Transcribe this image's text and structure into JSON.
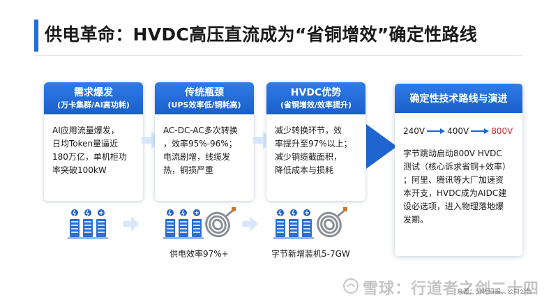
{
  "title": "供电革命：HVDC高压直流成为“省铜增效”确定性路线",
  "cards": [
    {
      "heading": "需求爆发",
      "subheading": "(万卡集群/AI高功耗)",
      "body": [
        "AI应用流量爆发，",
        "日均Token量逼近",
        "180万亿，单机柜功",
        "率突破100kW"
      ]
    },
    {
      "heading": "传统瓶颈",
      "subheading": "(UPS效率低/铜耗高)",
      "body": [
        "AC-DC-AC多次转换",
        "，效率95%-96%；",
        "电流剧增，线缆发",
        "热，铜损严重"
      ]
    },
    {
      "heading": "HVDC优势",
      "subheading": "(省铜增效/效率提升)",
      "body": [
        "减少转换环节，效",
        "率提升至97%以上；",
        "减少铜缆截面积，",
        "降低成本与损耗"
      ]
    }
  ],
  "final_card": {
    "heading": "确定性技术路线与演进",
    "voltages": [
      "240V",
      "400V",
      "800V"
    ],
    "body": [
      "字节跳动启动800V HVDC",
      "测试（核心诉求省铜+效率）",
      "；阿里、腾讯等大厂加速资",
      "本开支，HVDC成为AIDC建",
      "设必选项，进入物理落地爆",
      "发期。"
    ]
  },
  "captions": {
    "efficiency": "供电效率97%+",
    "bytedance": "字节新增装机5-7GW"
  },
  "watermark": "雪球：行道者之剑二十四",
  "source": "来源：分析研报、公司公告",
  "colors": {
    "primary": "#1e6fe0",
    "header_dark": "#1b5fca",
    "highlight_red": "#d32525",
    "arrow_light": "#cfe2fb"
  },
  "icons": [
    "server-rack-icon",
    "cable-coil-icon"
  ]
}
